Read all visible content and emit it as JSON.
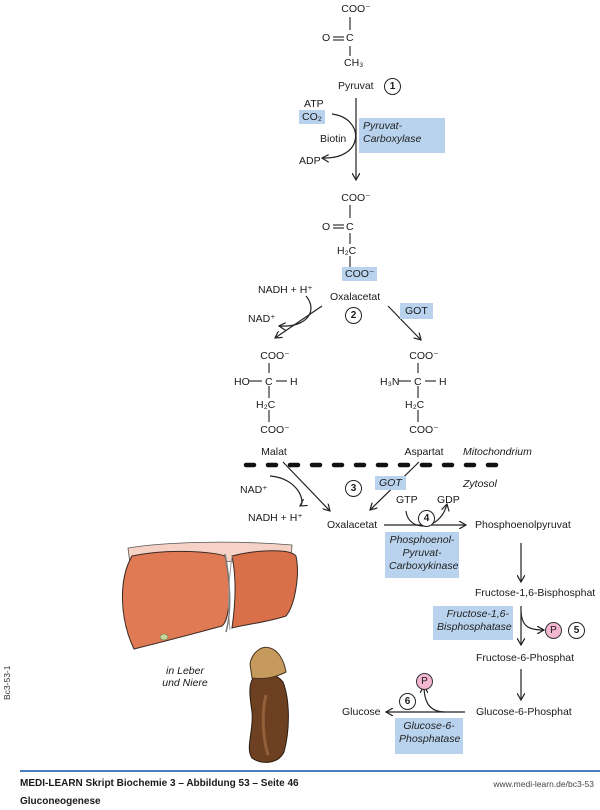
{
  "title": "Gluconeogenese",
  "footer": {
    "source": "MEDI-LEARN Skript Biochemie 3 – Abbildung 53 – Seite 46",
    "url": "www.medi-learn.de/bc3-53",
    "subtitle": "Gluconeogenese",
    "side_code": "Bc3-53-1"
  },
  "colors": {
    "enzyme_highlight": "#b9d3ee",
    "phosphate_circle": "#f6b8d0",
    "footer_rule": "#4a7cc0",
    "liver": "#e07850",
    "kidney": "#6e4022"
  },
  "steps": [
    "1",
    "2",
    "3",
    "4",
    "5",
    "6"
  ],
  "compartments": {
    "upper": "Mitochondrium",
    "lower": "Zytosol"
  },
  "organ_label": [
    "in Leber",
    "und Niere"
  ],
  "pyruvat": {
    "name": "Pyruvat",
    "formula": {
      "top": "COO⁻",
      "mid_left": "O",
      "mid_c": "C",
      "bottom": "CH₃"
    }
  },
  "step1": {
    "cofactors_in": [
      "ATP",
      "CO₂"
    ],
    "cofactor_mid": "Biotin",
    "cofactor_out": "ADP",
    "enzyme": [
      "Pyruvat-",
      "Carboxylase"
    ]
  },
  "oxalacetat_mito": {
    "name": "Oxalacetat",
    "formula": {
      "top": "COO⁻",
      "o": "O",
      "c": "C",
      "ch2": "H₂C",
      "bottom": "COO⁻"
    }
  },
  "step2": {
    "left_in": "NADH + H⁺",
    "left_out": "NAD⁺",
    "right_enzyme": "GOT"
  },
  "malat": {
    "name": "Malat",
    "formula": {
      "top": "COO⁻",
      "left": "HO",
      "c": "C",
      "right": "H",
      "ch2": "H₂C",
      "bottom": "COO⁻"
    }
  },
  "aspartat": {
    "name": "Aspartat",
    "formula": {
      "top": "COO⁻",
      "left": "H₃N",
      "c": "C",
      "right": "H",
      "ch2": "H₂C",
      "bottom": "COO⁻"
    }
  },
  "step3": {
    "left_in": "NAD⁺",
    "left_out": "NADH + H⁺",
    "right_enzyme": "GOT",
    "product": "Oxalacetat"
  },
  "step4": {
    "in": "GTP",
    "out": "GDP",
    "enzyme": [
      "Phosphoenol-",
      "Pyruvat-",
      "Carboxykinase"
    ],
    "product": "Phosphoenolpyruvat"
  },
  "chain": [
    "Fructose-1,6-Bisphosphat",
    "Fructose-6-Phosphat",
    "Glucose-6-Phosphat"
  ],
  "step5": {
    "enzyme": [
      "Fructose-1,6-",
      "Bisphosphatase"
    ],
    "released": "P"
  },
  "step6": {
    "enzyme": [
      "Glucose-6-",
      "Phosphatase"
    ],
    "released": "P",
    "product": "Glucose"
  }
}
